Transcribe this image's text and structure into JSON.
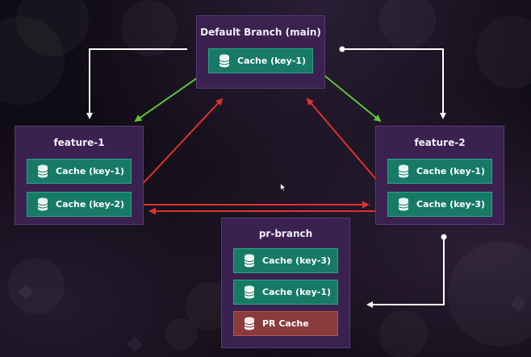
{
  "branches": {
    "main": {
      "title": "Default Branch (main)",
      "caches": [
        "Cache (key-1)"
      ]
    },
    "feature1": {
      "title": "feature-1",
      "caches": [
        "Cache (key-1)",
        "Cache (key-2)"
      ]
    },
    "feature2": {
      "title": "feature-2",
      "caches": [
        "Cache (key-1)",
        "Cache (key-3)"
      ]
    },
    "pr": {
      "title": "pr-branch",
      "caches": [
        "Cache (key-3)",
        "Cache (key-1)"
      ],
      "pr_cache": "PR Cache"
    }
  },
  "icons": {
    "cache": "database-icon"
  },
  "colors": {
    "branch_fill": "#3a2150",
    "cache_green": "#167a66",
    "cache_red": "#8a3b3c",
    "arrow_access_allowed": "#5ec23a",
    "arrow_access_denied": "#e0312a",
    "arrow_branch_flow": "#ffffff"
  }
}
